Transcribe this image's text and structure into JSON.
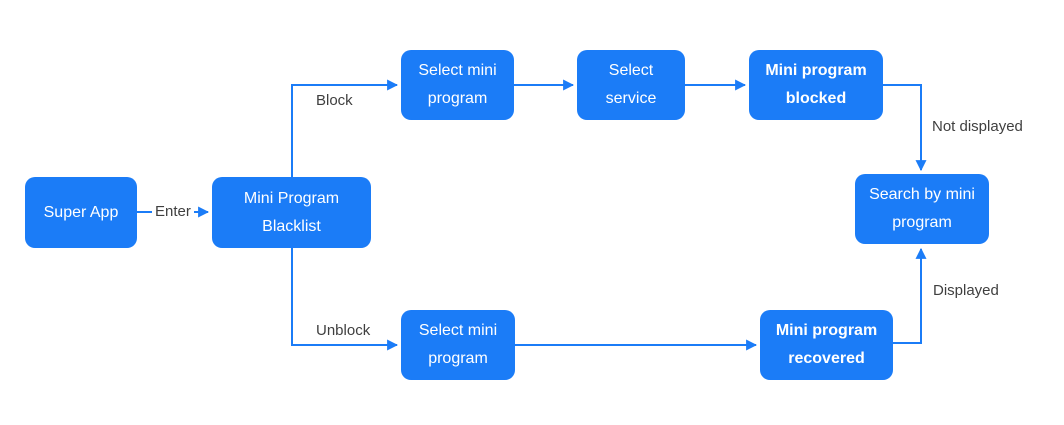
{
  "diagram_type": "flowchart",
  "colors": {
    "background": "#ffffff",
    "node_fill": "#1b7cf7",
    "node_text": "#ffffff",
    "edge_stroke": "#1b7cf7",
    "edge_label_text": "#3f3f3f"
  },
  "nodes": {
    "super_app": {
      "label": "Super App"
    },
    "blacklist": {
      "label": "Mini Program Blacklist"
    },
    "select_mini_top": {
      "label": "Select mini program"
    },
    "select_service": {
      "label": "Select service"
    },
    "blocked": {
      "label": "Mini program blocked",
      "emphasis": "bold"
    },
    "search": {
      "label": "Search by mini program"
    },
    "select_mini_bottom": {
      "label": "Select mini program"
    },
    "recovered": {
      "label": "Mini program recovered",
      "emphasis": "bold"
    }
  },
  "edges": [
    {
      "from": "super_app",
      "to": "blacklist",
      "label": "Enter"
    },
    {
      "from": "blacklist",
      "to": "select_mini_top",
      "label": "Block"
    },
    {
      "from": "select_mini_top",
      "to": "select_service",
      "label": ""
    },
    {
      "from": "select_service",
      "to": "blocked",
      "label": ""
    },
    {
      "from": "blocked",
      "to": "search",
      "label": "Not displayed"
    },
    {
      "from": "blacklist",
      "to": "select_mini_bottom",
      "label": "Unblock"
    },
    {
      "from": "select_mini_bottom",
      "to": "recovered",
      "label": ""
    },
    {
      "from": "recovered",
      "to": "search",
      "label": "Displayed"
    }
  ]
}
